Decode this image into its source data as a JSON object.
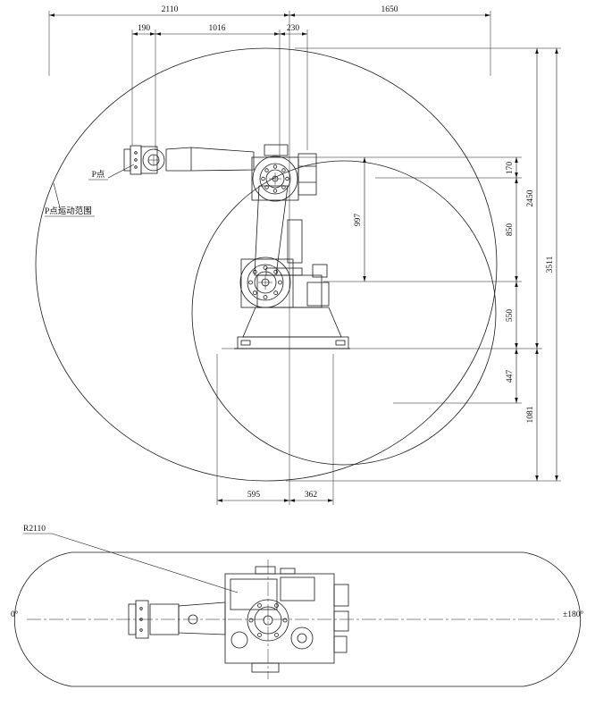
{
  "drawing": {
    "kind": "industrial-robot-work-envelope",
    "line_color": "#1a1a1a",
    "background": "#ffffff"
  },
  "side_view": {
    "dims": {
      "top_overall_left": "2110",
      "top_overall_right": "1650",
      "top_190": "190",
      "top_1016": "1016",
      "top_230": "230",
      "right_170": "170",
      "right_2450": "2450",
      "right_850": "850",
      "right_550": "550",
      "right_447": "447",
      "right_1081": "1081",
      "right_3511": "3511",
      "inner_997": "997",
      "bottom_595": "595",
      "bottom_362": "362"
    },
    "labels": {
      "p_point": "P点",
      "p_range": "P点运动范围"
    }
  },
  "plan_view": {
    "labels": {
      "radius": "R2110",
      "angle_left": "0°",
      "angle_right": "±180°"
    }
  }
}
